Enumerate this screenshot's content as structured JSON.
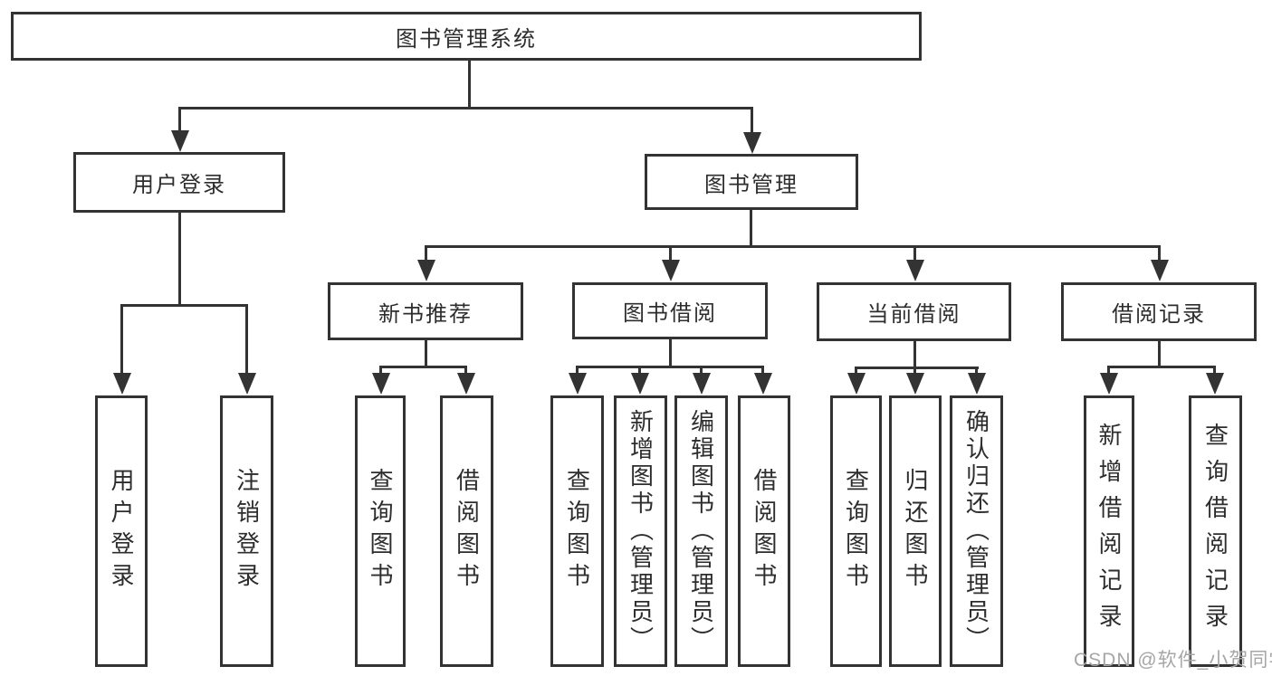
{
  "diagram": {
    "root": {
      "label": "图书管理系统"
    },
    "level2": [
      {
        "label": "用户登录"
      },
      {
        "label": "图书管理"
      }
    ],
    "level3": [
      {
        "label": "新书推荐"
      },
      {
        "label": "图书借阅"
      },
      {
        "label": "当前借阅"
      },
      {
        "label": "借阅记录"
      }
    ],
    "leaves": {
      "user_login": [
        "用户登录",
        "注销登录"
      ],
      "new_books": [
        "查询图书",
        "借阅图书"
      ],
      "book_borrow": [
        "查询图书",
        "新增图书（管理员）",
        "编辑图书（管理员）",
        "借阅图书"
      ],
      "current_borrow": [
        "查询图书",
        "归还图书",
        "确认归还（管理员）"
      ],
      "borrow_records": [
        "新增借阅记录",
        "查询借阅记录"
      ]
    },
    "watermark": "CSDN @软件_小贺同学",
    "colors": {
      "line": "#333333",
      "box_background": "#ffffff",
      "text": "#2d2d2d",
      "watermark": "#a6a6a6"
    }
  }
}
